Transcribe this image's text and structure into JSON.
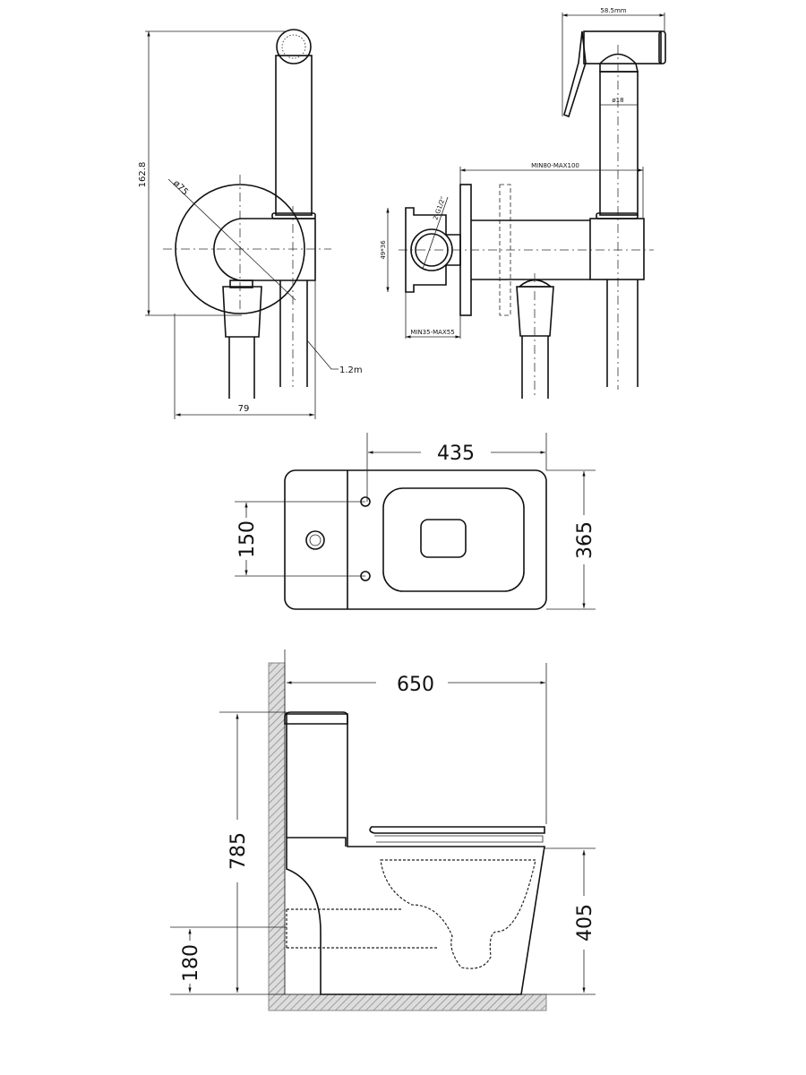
{
  "faucet_side": {
    "height": "162.8",
    "diameter": "ø75",
    "width": "79",
    "hose_length": "1.2m"
  },
  "faucet_front": {
    "head_width": "58.5mm",
    "stem_diameter": "ø18",
    "depth_range": "MIN80-MAX100",
    "box_size": "49*36",
    "thread": "2-G1/2\"",
    "wall_range": "MIN35-MAX55"
  },
  "toilet_top": {
    "length": "435",
    "width": "365",
    "hole_spacing": "150"
  },
  "toilet_side": {
    "depth": "650",
    "height": "785",
    "seat_height": "405",
    "outlet_height": "180"
  }
}
